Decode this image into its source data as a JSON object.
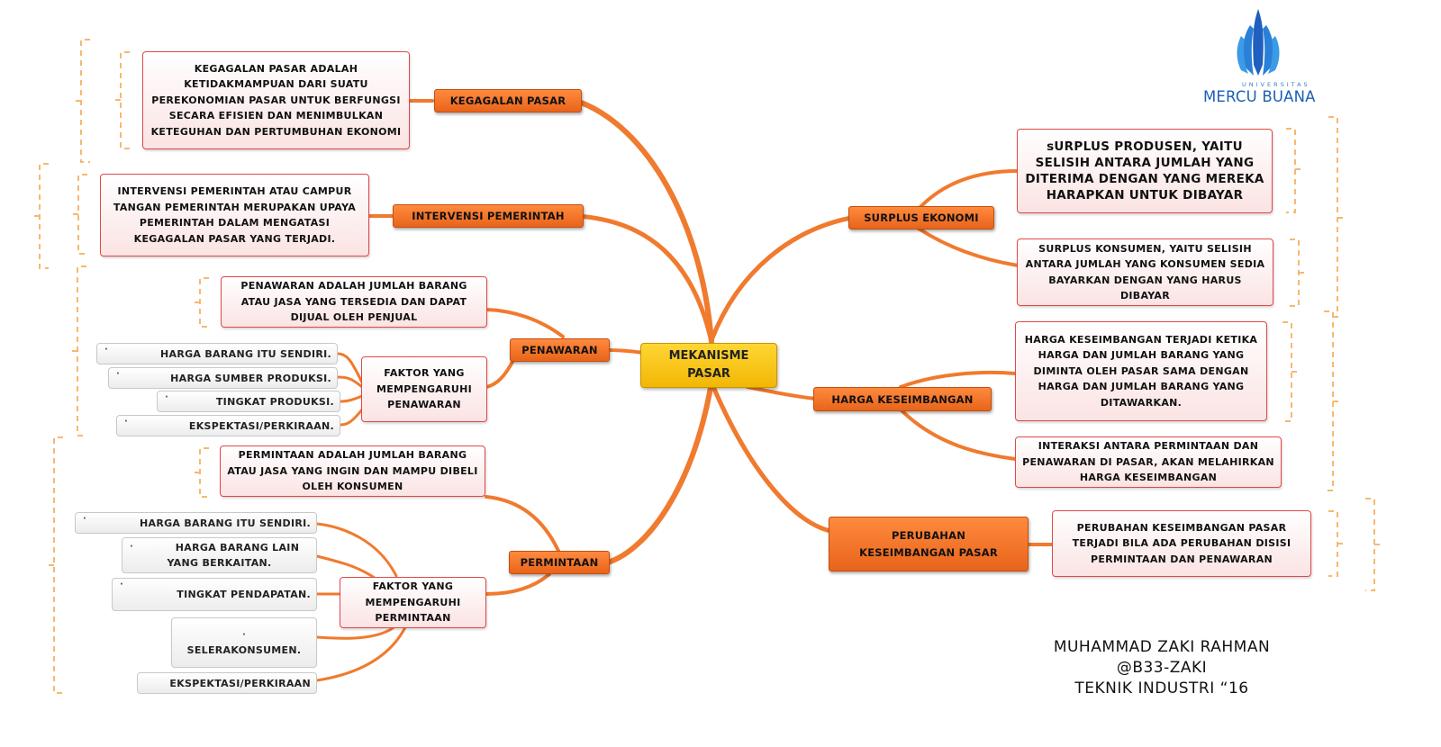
{
  "center": {
    "line1": "MEKANISME",
    "line2": "PASAR"
  },
  "branches": {
    "kegagalan": "KEGAGALAN PASAR",
    "intervensi": "INTERVENSI PEMERINTAH",
    "penawaran": "PENAWARAN",
    "permintaan": "PERMINTAAN",
    "surplus": "SURPLUS EKONOMI",
    "harga_keseimbangan": "HARGA KESEIMBANGAN",
    "perubahan": "PERUBAHAN KESEIMBANGAN PASAR"
  },
  "notes": {
    "kegagalan": "KEGAGALAN PASAR ADALAH KETIDAKMAMPUAN DARI SUATU PEREKONOMIAN PASAR UNTUK BERFUNGSI SECARA EFISIEN DAN MENIMBULKAN KETEGUHAN DAN PERTUMBUHAN EKONOMI",
    "intervensi": "INTERVENSI PEMERINTAH ATAU CAMPUR TANGAN PEMERINTAH MERUPAKAN UPAYA PEMERINTAH DALAM MENGATASI KEGAGALAN PASAR YANG TERJADI.",
    "penawaran_def": "PENAWARAN ADALAH JUMLAH BARANG ATAU JASA YANG TERSEDIA DAN DAPAT DIJUAL OLEH PENJUAL",
    "penawaran_faktor": "FAKTOR YANG MEMPENGARUHI PENAWARAN",
    "permintaan_def": "PERMINTAAN ADALAH JUMLAH BARANG ATAU JASA YANG INGIN DAN MAMPU DIBELI OLEH KONSUMEN",
    "permintaan_faktor": "FAKTOR YANG MEMPENGARUHI PERMINTAAN",
    "surplus_produsen": "sURPLUS PRODUSEN, YAITU SELISIH ANTARA JUMLAH YANG DITERIMA DENGAN YANG MEREKA HARAPKAN UNTUK DIBAYAR",
    "surplus_konsumen": "SURPLUS KONSUMEN, YAITU SELISIH ANTARA JUMLAH YANG KONSUMEN SEDIA BAYARKAN DENGAN YANG HARUS DIBAYAR",
    "harga_def": "HARGA KESEIMBANGAN TERJADI KETIKA HARGA DAN JUMLAH BARANG YANG DIMINTA OLEH PASAR SAMA DENGAN HARGA DAN JUMLAH BARANG YANG DITAWARKAN.",
    "harga_interaksi": "INTERAKSI ANTARA PERMINTAAN DAN PENAWARAN DI PASAR, AKAN MELAHIRKAN HARGA KESEIMBANGAN",
    "perubahan": "PERUBAHAN KESEIMBANGAN PASAR TERJADI BILA ADA PERUBAHAN DISISI PERMINTAAN DAN PENAWARAN"
  },
  "penawaran_faktor_items": [
    "HARGA BARANG ITU SENDIRI.",
    "HARGA SUMBER PRODUKSI.",
    "TINGKAT PRODUKSI.",
    "EKSPEKTASI/PERKIRAAN."
  ],
  "permintaan_faktor_items": {
    "item1": "HARGA BARANG ITU SENDIRI.",
    "item2_line1": "HARGA BARANG LAIN",
    "item2_line2": "YANG BERKAITAN.",
    "item3": "TINGKAT PENDAPATAN.",
    "item4": "SELERAKONSUMEN.",
    "item5": "EKSPEKTASI/PERKIRAAN"
  },
  "bullet": "·",
  "logo": {
    "top_text": "UNIVERSITAS",
    "name": "MERCU BUANA"
  },
  "credit": {
    "line1": "MUHAMMAD ZAKI RAHMAN",
    "line2": "@B33-ZAKI",
    "line3": "TEKNIK INDUSTRI “16"
  },
  "colors": {
    "link": "#f07a2e",
    "bracket": "#f5b971",
    "center": "#f5c518",
    "branch": "#f2772a",
    "note_border": "#e04848"
  }
}
